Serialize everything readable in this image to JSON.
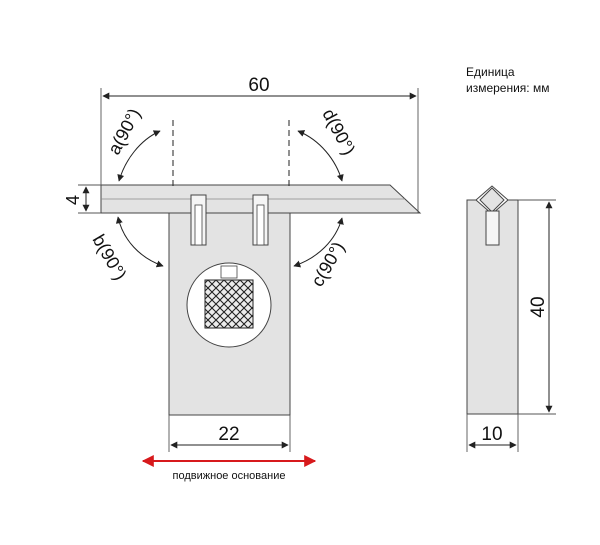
{
  "units": {
    "line1": "Единица",
    "line2": "измерения: мм"
  },
  "dimensions": {
    "length": "60",
    "thickness": "4",
    "base_width": "22",
    "side_height": "40",
    "side_width": "10"
  },
  "angles": {
    "a": "a(90°)",
    "b": "b(90°)",
    "c": "c(90°)",
    "d": "d(90°)"
  },
  "caption": "подвижное основание",
  "colors": {
    "body_fill": "#e3e3e3",
    "outline": "#333333",
    "arrow_red": "#d7191c"
  }
}
